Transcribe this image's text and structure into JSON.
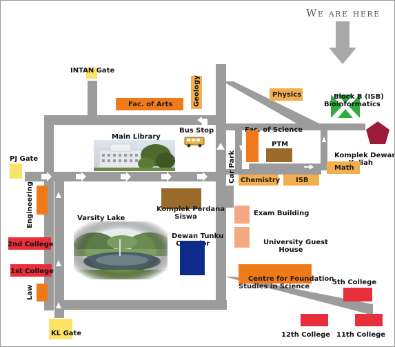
{
  "here_marker": {
    "text": "We are here"
  },
  "gates": {
    "intan": "INTAN Gate",
    "pj": "PJ Gate",
    "kl": "KL Gate"
  },
  "buildings": {
    "fac_arts": "Fac. of Arts",
    "geology": "Geology",
    "physics": "Physics",
    "block_b": "Block B (ISB)\nBioinformatics",
    "main_library": "Main Library",
    "bus_stop": "Bus Stop",
    "fac_science": "Fac. of Science",
    "ptm": "PTM",
    "komplek_dewan": "Komplek Dewan\nKuliah",
    "math": "Math",
    "car_park": "Car Park",
    "chemistry": "Chemistry",
    "isb": "ISB",
    "engineering": "Engineering",
    "varsity_lake": "Varsity Lake",
    "komplek_perdana": "Komplek Perdana\nSiswa",
    "dewan_tunku": "Dewan Tunku\nCanselor",
    "exam_building": "Exam Building",
    "guest_house": "University Guest\nHouse",
    "second_college": "2nd College",
    "first_college": "1st College",
    "law": "Law",
    "centre_foundation": "Centre for Foundation\nStudies in Science",
    "fifth_college": "5th College",
    "twelfth_college": "12th College",
    "eleventh_college": "11th College"
  },
  "colors": {
    "road": "#9c9c9c",
    "orange": "#f07a1a",
    "light_orange": "#f3ae4f",
    "salmon": "#f4a983",
    "brown": "#9a6a2a",
    "red": "#e82f3b",
    "yellow": "#fbe368",
    "navy": "#0d2b8a",
    "maroon": "#9c1a3a",
    "green": "#2fae3f"
  }
}
